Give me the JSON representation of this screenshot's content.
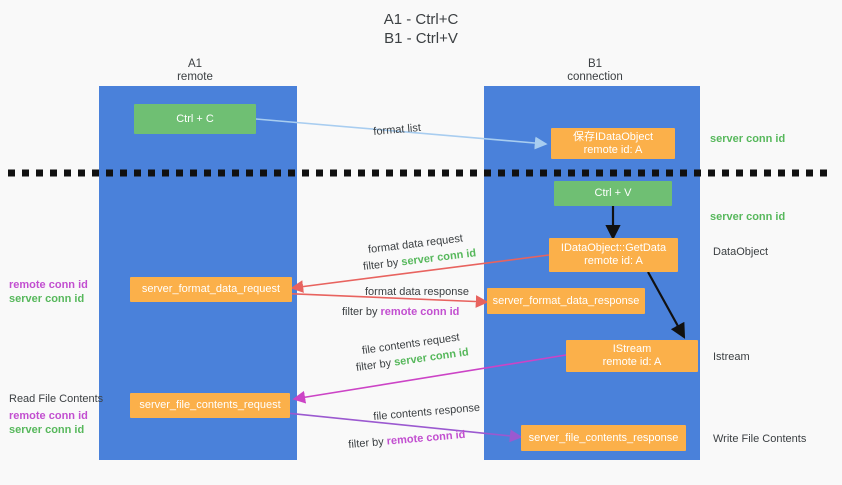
{
  "title": {
    "line1": "A1 - Ctrl+C",
    "line2": "B1 - Ctrl+V"
  },
  "colors": {
    "background": "#f9f9f9",
    "lane": "#4a81da",
    "green_box": "#6fbf73",
    "orange_box": "#fbb04a",
    "green_text": "#57b85c",
    "purple_text": "#c24fd0",
    "blue_arrow": "#a8cdf0",
    "red_arrow": "#e8635f",
    "magenta_arrow": "#cc44c6",
    "purple_arrow": "#9b59d0",
    "black_arrow": "#111111",
    "body_text": "#3c4043"
  },
  "lanes": [
    {
      "name": "A1",
      "sub": "remote"
    },
    {
      "name": "B1",
      "sub": "connection"
    }
  ],
  "boxes": {
    "ctrl_c": "Ctrl + C",
    "ctrl_v": "Ctrl + V",
    "save_dataobject_l1": "保存IDataObject",
    "save_dataobject_l2": "remote id: A",
    "getdata_l1": "IDataObject::GetData",
    "getdata_l2": "remote id: A",
    "istream_l1": "IStream",
    "istream_l2": "remote id: A",
    "format_data_request": "server_format_data_request",
    "format_data_response": "server_format_data_response",
    "file_contents_request": "server_file_contents_request",
    "file_contents_response": "server_file_contents_response"
  },
  "edge_labels": {
    "format_list": "format list",
    "format_data_request": "format data request",
    "format_data_request_filter_prefix": "filter by",
    "format_data_request_filter_key": "server conn id",
    "format_data_response": "format data response",
    "format_data_response_filter_prefix": "filter by",
    "format_data_response_filter_key": "remote conn id",
    "file_contents_request": "file contents request",
    "file_contents_request_filter_prefix": "filter by",
    "file_contents_request_filter_key": "server conn id",
    "file_contents_response": "file contents response",
    "file_contents_response_filter_prefix": "filter by",
    "file_contents_response_filter_key": "remote conn id"
  },
  "left_annotations": [
    {
      "id": "format-data-conn-ids",
      "remote": "remote conn id",
      "server": "server conn id"
    },
    {
      "id": "read-file-contents",
      "heading": "Read File Contents",
      "remote": "remote conn id",
      "server": "server conn id"
    }
  ],
  "right_annotations": [
    {
      "id": "server-conn-id-top",
      "text": "server conn id",
      "kind": "green"
    },
    {
      "id": "server-conn-id-mid",
      "text": "server conn id",
      "kind": "green"
    },
    {
      "id": "dataobject",
      "text": "DataObject",
      "kind": "plain"
    },
    {
      "id": "istream",
      "text": "Istream",
      "kind": "plain"
    },
    {
      "id": "write-file-contents",
      "text": "Write File Contents",
      "kind": "plain"
    }
  ]
}
